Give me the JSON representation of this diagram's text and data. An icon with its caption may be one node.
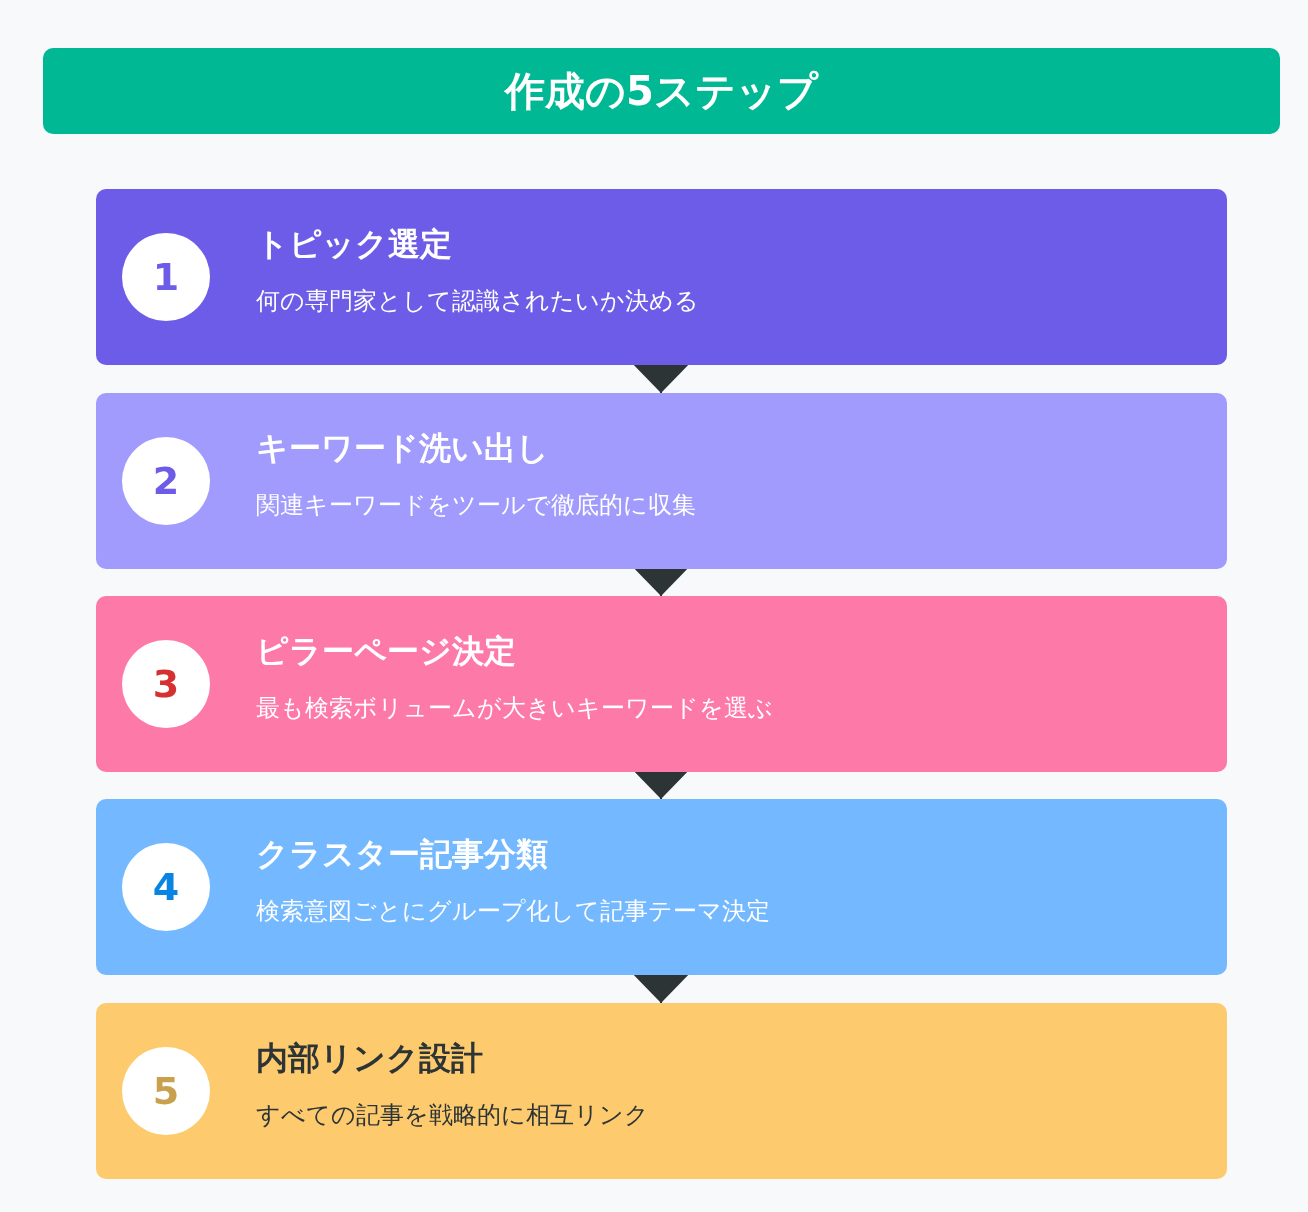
{
  "diagram": {
    "title": "作成の5ステップ",
    "nodes": [
      {
        "text": [
          "トピック選定",
          "何の専門家として認識されたいか決める"
        ]
      },
      {
        "text": [
          "1"
        ],
        "in": 0
      },
      {
        "text": [
          "キーワード洗い出し",
          "関連キーワードをツールで徹底的に収集"
        ]
      },
      {
        "text": [
          "2"
        ],
        "in": 2
      },
      {
        "text": [
          "ピラーページ決定",
          "最も検索ボリュームが大きいキーワードを選ぶ"
        ]
      },
      {
        "text": [
          "3"
        ],
        "in": 4
      },
      {
        "text": [
          "クラスター記事分類",
          "検索意図ごとにグループ化して記事テーマ決定"
        ]
      },
      {
        "text": [
          "4"
        ],
        "in": 6
      },
      {
        "text": [
          "内部リンク設計",
          "すべての記事を戦略的に相互リンク"
        ]
      },
      {
        "text": [
          "5"
        ],
        "in": 8
      }
    ],
    "edges": [
      {
        "from": 0,
        "to": 2,
        "arrow": "to"
      },
      {
        "from": 2,
        "to": 4,
        "arrow": "to"
      },
      {
        "from": 4,
        "to": 6,
        "arrow": "to"
      },
      {
        "from": 6,
        "to": 8,
        "arrow": "to"
      }
    ]
  }
}
